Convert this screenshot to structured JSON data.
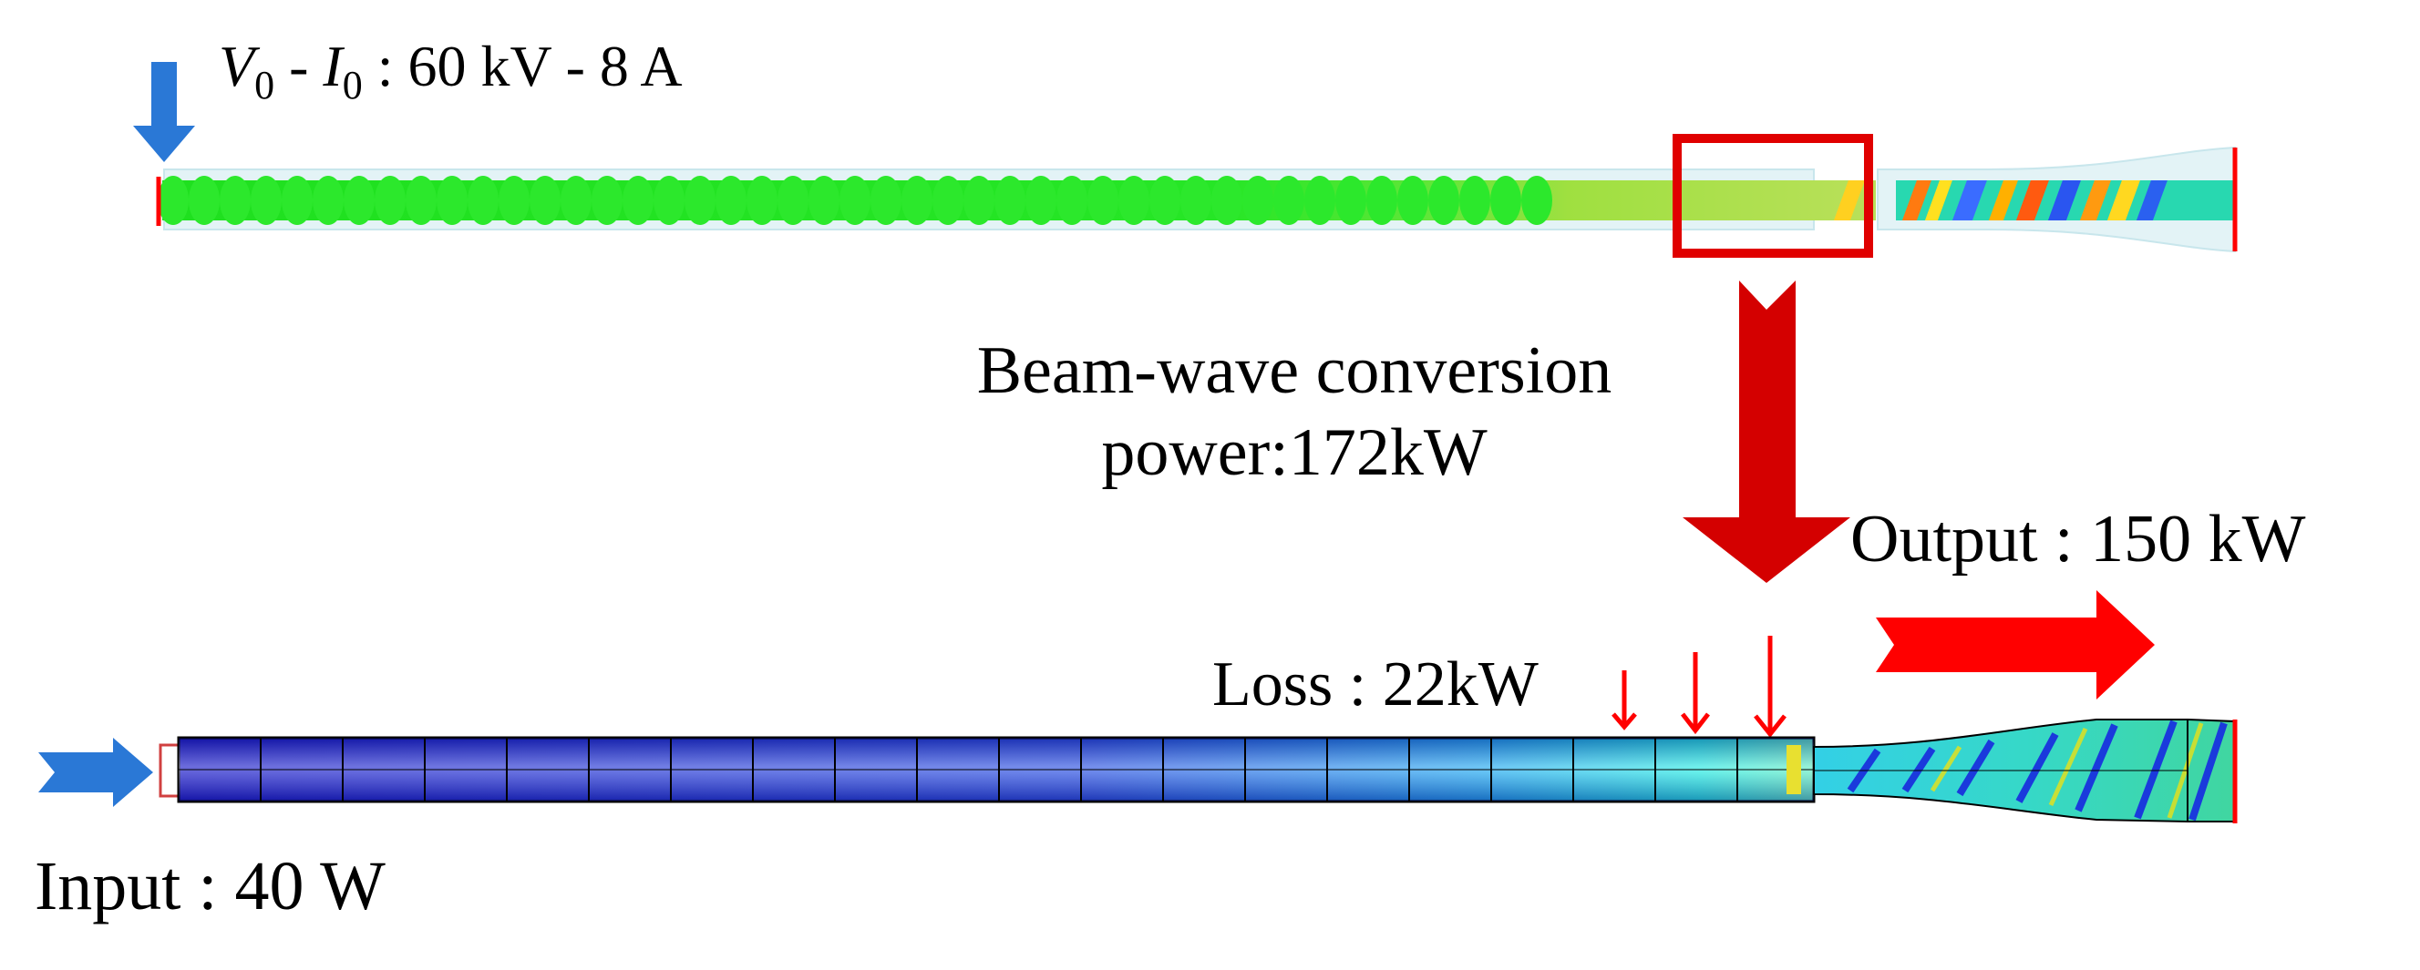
{
  "labels": {
    "beam_params": {
      "v_symbol": "V",
      "v_sub": "0",
      "dash": "-",
      "i_symbol": "I",
      "i_sub": "0",
      "value": ": 60 kV - 8 A"
    },
    "conversion_line1": "Beam-wave conversion",
    "conversion_line2": "power:172kW",
    "output": "Output : 150 kW",
    "loss": "Loss : 22kW",
    "input": "Input : 40 W"
  },
  "colors": {
    "beam_green": "#22e822",
    "tube_blue": "#2b2bd8",
    "arrow_red": "#ff0000",
    "conversion_arrow_red": "#d40000",
    "highlight_box": "#e00000",
    "input_arrow_blue": "#2a78d6"
  }
}
